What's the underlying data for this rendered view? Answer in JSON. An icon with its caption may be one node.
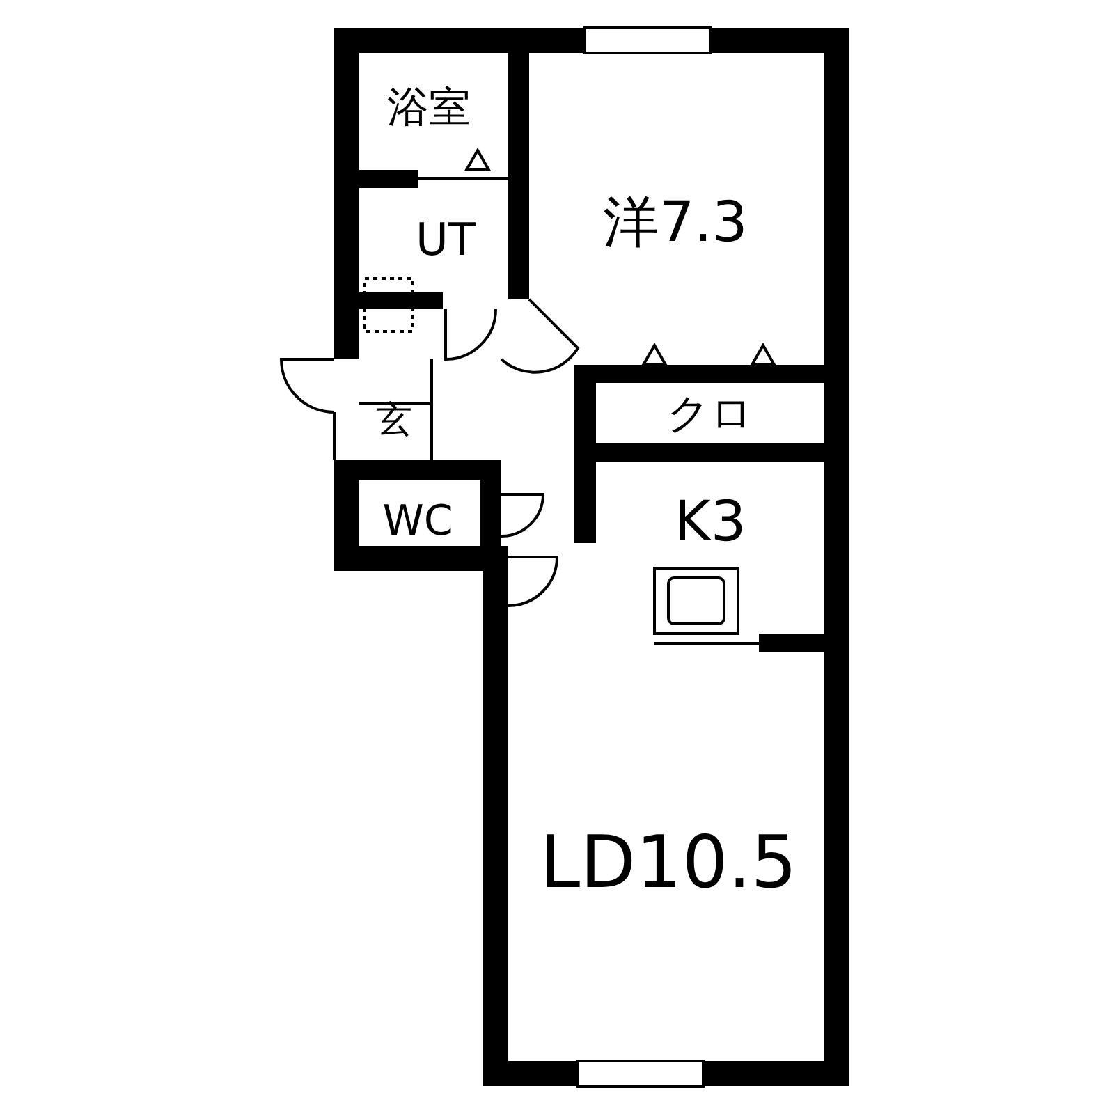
{
  "diagram": {
    "labels": [
      "浴室",
      "UT",
      "洋7.3",
      "玄",
      "クロ",
      "WC",
      "K3",
      "LD10.5"
    ]
  }
}
